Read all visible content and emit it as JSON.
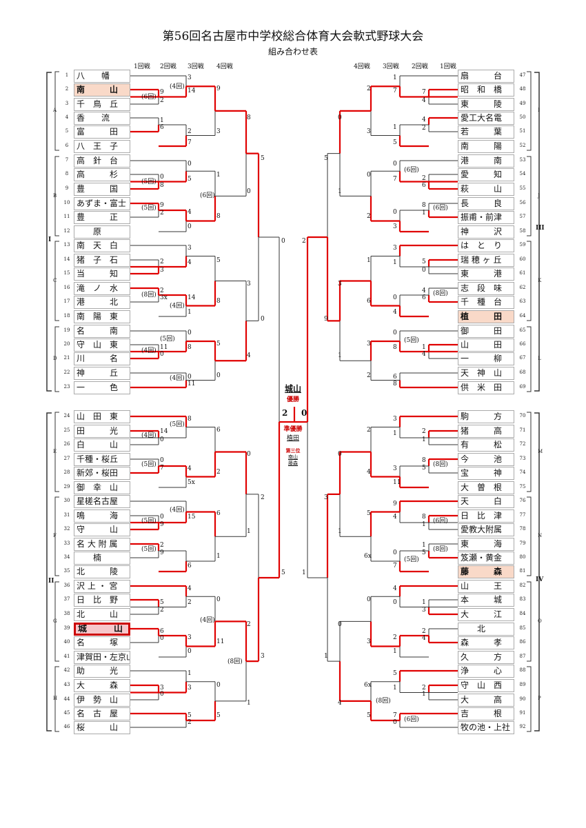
{
  "title": "第56回名古屋市中学校総合体育大会軟式野球大会",
  "subtitle": "組み合わせ表",
  "round_headers_left": [
    "1回戦",
    "2回戦",
    "3回戦",
    "4回戦"
  ],
  "round_headers_right": [
    "4回戦",
    "3回戦",
    "2回戦",
    "1回戦"
  ],
  "accent_color": "#e00000",
  "champion": {
    "name": "城山",
    "label": "優勝",
    "final_score_left": "2",
    "final_score_right": "0"
  },
  "runner_up": {
    "label": "準優勝",
    "name": "植田"
  },
  "third_place": {
    "label": "第三位",
    "names": [
      "南山",
      "藤森"
    ]
  },
  "left_teams": [
    {
      "no": "1",
      "name": "八　　幡"
    },
    {
      "no": "2",
      "name": "南　　　山",
      "style": "hl1"
    },
    {
      "no": "3",
      "name": "千　鳥　丘"
    },
    {
      "no": "4",
      "name": "香　　流"
    },
    {
      "no": "5",
      "name": "富　　　田"
    },
    {
      "no": "6",
      "name": "八　王　子"
    },
    {
      "no": "7",
      "name": "高　針　台"
    },
    {
      "no": "8",
      "name": "高　　　杉"
    },
    {
      "no": "9",
      "name": "豊　　　国"
    },
    {
      "no": "10",
      "name": "あずま・富士"
    },
    {
      "no": "11",
      "name": "豊　　　正"
    },
    {
      "no": "12",
      "name": "　　原"
    },
    {
      "no": "13",
      "name": "南　天　白"
    },
    {
      "no": "14",
      "name": "猪　子　石"
    },
    {
      "no": "15",
      "name": "当　　　知"
    },
    {
      "no": "16",
      "name": "滝　ノ　水"
    },
    {
      "no": "17",
      "name": "港　　　北"
    },
    {
      "no": "18",
      "name": "南　陽　東"
    },
    {
      "no": "19",
      "name": "名　　　南"
    },
    {
      "no": "20",
      "name": "守　山　東"
    },
    {
      "no": "21",
      "name": "川　　　名"
    },
    {
      "no": "22",
      "name": "神　　　丘"
    },
    {
      "no": "23",
      "name": "一　　　色"
    },
    {
      "no": "24",
      "name": "山　田　東"
    },
    {
      "no": "25",
      "name": "田　　　光"
    },
    {
      "no": "26",
      "name": "白　　　山"
    },
    {
      "no": "27",
      "name": "千種・桜丘"
    },
    {
      "no": "28",
      "name": "新郊・桜田"
    },
    {
      "no": "29",
      "name": "御　幸　山"
    },
    {
      "no": "30",
      "name": "星槎名古屋"
    },
    {
      "no": "31",
      "name": "鳴　　　海"
    },
    {
      "no": "32",
      "name": "守　　　山"
    },
    {
      "no": "33",
      "name": "名 大 附 属"
    },
    {
      "no": "34",
      "name": "　　楠"
    },
    {
      "no": "35",
      "name": "北　　　陵"
    },
    {
      "no": "36",
      "name": "沢 上 ・ 宮"
    },
    {
      "no": "37",
      "name": "日　比　野"
    },
    {
      "no": "38",
      "name": "北　　　山"
    },
    {
      "no": "39",
      "name": "城　　　山",
      "style": "win"
    },
    {
      "no": "40",
      "name": "名　　　塚"
    },
    {
      "no": "41",
      "name": "津賀田・左京山"
    },
    {
      "no": "42",
      "name": "助　　　光"
    },
    {
      "no": "43",
      "name": "大　　　森"
    },
    {
      "no": "44",
      "name": "伊　勢　山"
    },
    {
      "no": "45",
      "name": "名　古　屋"
    },
    {
      "no": "46",
      "name": "桜　　　山"
    }
  ],
  "right_teams": [
    {
      "no": "47",
      "name": "扇　　　台"
    },
    {
      "no": "48",
      "name": "昭　和　橋"
    },
    {
      "no": "49",
      "name": "東　　　陵"
    },
    {
      "no": "50",
      "name": "愛工大名電"
    },
    {
      "no": "51",
      "name": "若　　　葉"
    },
    {
      "no": "52",
      "name": "南　　　陽"
    },
    {
      "no": "53",
      "name": "港　　　南"
    },
    {
      "no": "54",
      "name": "愛　　　知"
    },
    {
      "no": "55",
      "name": "萩　　　山"
    },
    {
      "no": "56",
      "name": "長　　　良"
    },
    {
      "no": "57",
      "name": "振甫・前津"
    },
    {
      "no": "58",
      "name": "神　　　沢"
    },
    {
      "no": "59",
      "name": "は　と　り"
    },
    {
      "no": "60",
      "name": "瑞 穂 ヶ 丘"
    },
    {
      "no": "61",
      "name": "東　　　港"
    },
    {
      "no": "62",
      "name": "志　段　味"
    },
    {
      "no": "63",
      "name": "千　種　台"
    },
    {
      "no": "64",
      "name": "植　　　田",
      "style": "hl1"
    },
    {
      "no": "65",
      "name": "御　　　田"
    },
    {
      "no": "66",
      "name": "山　　　田"
    },
    {
      "no": "67",
      "name": "一　　　柳"
    },
    {
      "no": "68",
      "name": "天　神　山"
    },
    {
      "no": "69",
      "name": "供　米　田"
    },
    {
      "no": "70",
      "name": "駒　　　方"
    },
    {
      "no": "71",
      "name": "猪　　　高"
    },
    {
      "no": "72",
      "name": "有　　　松"
    },
    {
      "no": "73",
      "name": "今　　　池"
    },
    {
      "no": "74",
      "name": "宝　　　神"
    },
    {
      "no": "75",
      "name": "大　曽　根"
    },
    {
      "no": "76",
      "name": "天　　　白"
    },
    {
      "no": "77",
      "name": "日　比　津"
    },
    {
      "no": "78",
      "name": "愛教大附属"
    },
    {
      "no": "79",
      "name": "東　　　海"
    },
    {
      "no": "80",
      "name": "笈瀬・黄金"
    },
    {
      "no": "81",
      "name": "藤　　　森",
      "style": "hl1"
    },
    {
      "no": "82",
      "name": "山　　　王"
    },
    {
      "no": "83",
      "name": "本　　　城"
    },
    {
      "no": "84",
      "name": "大　　　江"
    },
    {
      "no": "85",
      "name": "　　北"
    },
    {
      "no": "86",
      "name": "森　　　孝"
    },
    {
      "no": "87",
      "name": "久　　　方"
    },
    {
      "no": "88",
      "name": "浄　　　心"
    },
    {
      "no": "89",
      "name": "守　山　西"
    },
    {
      "no": "90",
      "name": "大　　　高"
    },
    {
      "no": "91",
      "name": "吉　　　根"
    },
    {
      "no": "92",
      "name": "牧の池・上社"
    }
  ],
  "groups_left": [
    "A",
    "B",
    "C",
    "D",
    "E",
    "F",
    "G",
    "H"
  ],
  "groups_right": [
    "I",
    "J",
    "K",
    "L",
    "M",
    "N",
    "O",
    "P"
  ],
  "zones": [
    "I",
    "II",
    "III",
    "IV"
  ]
}
